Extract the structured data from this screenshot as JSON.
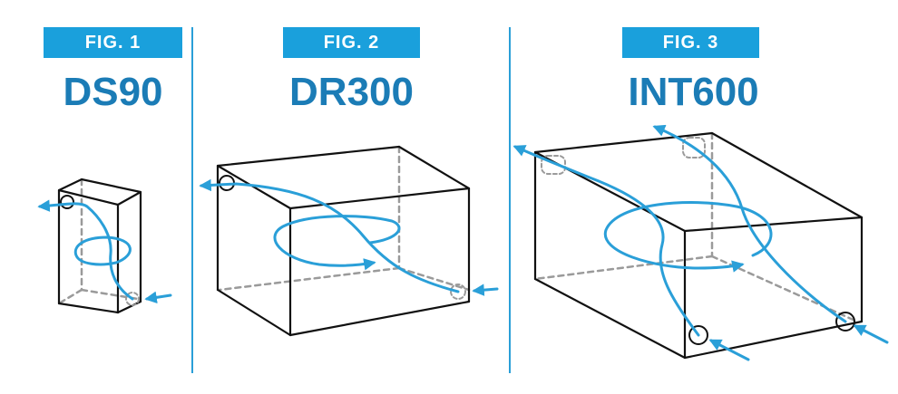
{
  "figures": [
    {
      "label": "FIG. 1",
      "model": "DS90"
    },
    {
      "label": "FIG. 2",
      "model": "DR300"
    },
    {
      "label": "FIG. 3",
      "model": "INT600"
    }
  ],
  "colors": {
    "badge": "#1aa0dc",
    "title": "#1b7cb6",
    "flow": "#2a9fd8",
    "outline": "#111111",
    "hidden_edge": "#9a9a9a"
  },
  "icons": [
    "airflow-arrow-icon",
    "vent-circle-icon"
  ]
}
